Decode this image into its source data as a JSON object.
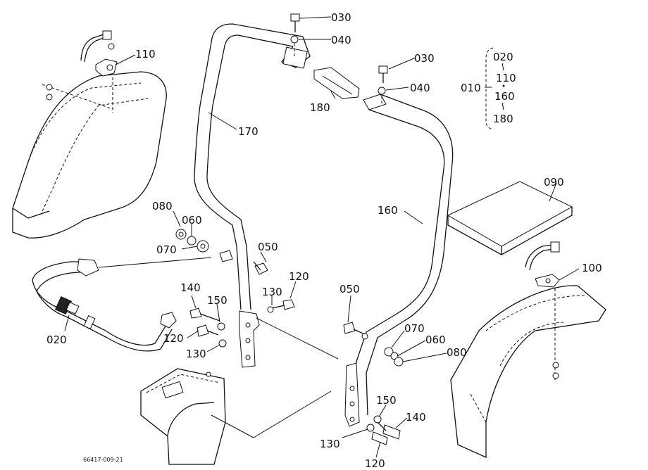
{
  "callouts": {
    "c030a": "030",
    "c040a": "040",
    "c030b": "030",
    "c040b": "040",
    "c110": "110",
    "c180": "180",
    "c170": "170",
    "c160": "160",
    "c090": "090",
    "c100": "100",
    "c080a": "080",
    "c060a": "060",
    "c070a": "070",
    "c050a": "050",
    "c120a": "120",
    "c130a": "130",
    "c140a": "140",
    "c150a": "150",
    "c120b": "120",
    "c130b": "130",
    "c020": "020",
    "c050b": "050",
    "c070b": "070",
    "c060b": "060",
    "c080b": "080",
    "c150b": "150",
    "c140b": "140",
    "c130c": "130",
    "c120c": "120"
  },
  "assembly_group": {
    "parent": "010",
    "children": [
      "020",
      "110",
      "160",
      "180"
    ]
  },
  "figure_id": "66417-009-21"
}
